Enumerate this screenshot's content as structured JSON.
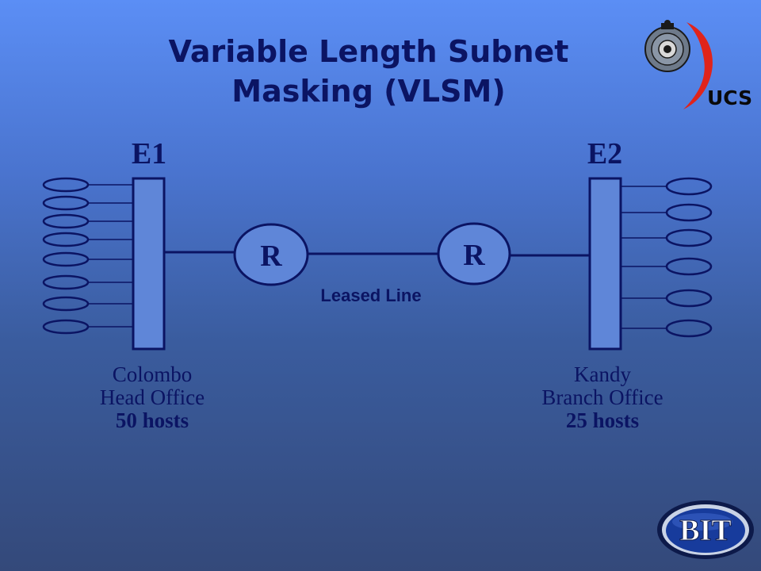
{
  "title": {
    "line1": "Variable Length Subnet",
    "line2": "Masking (VLSM)"
  },
  "networks": {
    "e1": "E1",
    "e2": "E2"
  },
  "routers": {
    "left": "R",
    "right": "R"
  },
  "link_label": "Leased Line",
  "offices": {
    "left": {
      "city": "Colombo",
      "type": "Head Office",
      "hosts": "50 hosts"
    },
    "right": {
      "city": "Kandy",
      "type": "Branch Office",
      "hosts": "25 hosts"
    }
  },
  "logos": {
    "ucsc": "UCSC",
    "bit": "BIT"
  },
  "colors": {
    "ink": "#0b1463",
    "logo_red": "#e0241b",
    "bit_blue": "#173b9c"
  }
}
